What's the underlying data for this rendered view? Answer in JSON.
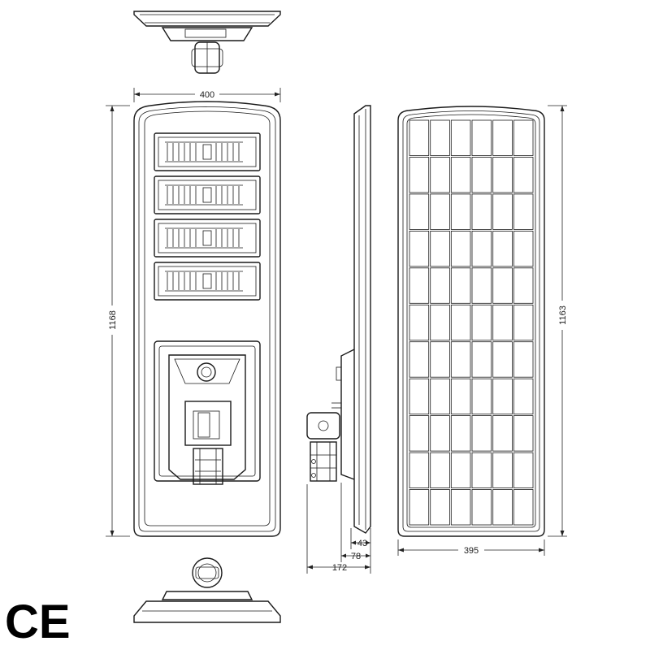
{
  "dimensions": {
    "front_width": "400",
    "front_height": "1168",
    "side_43": "43",
    "side_78": "78",
    "side_172": "172",
    "panel_width": "395",
    "panel_height": "1163"
  },
  "mark": {
    "ce": "CE"
  },
  "colors": {
    "line": "#1a1a1a",
    "background": "#ffffff"
  }
}
